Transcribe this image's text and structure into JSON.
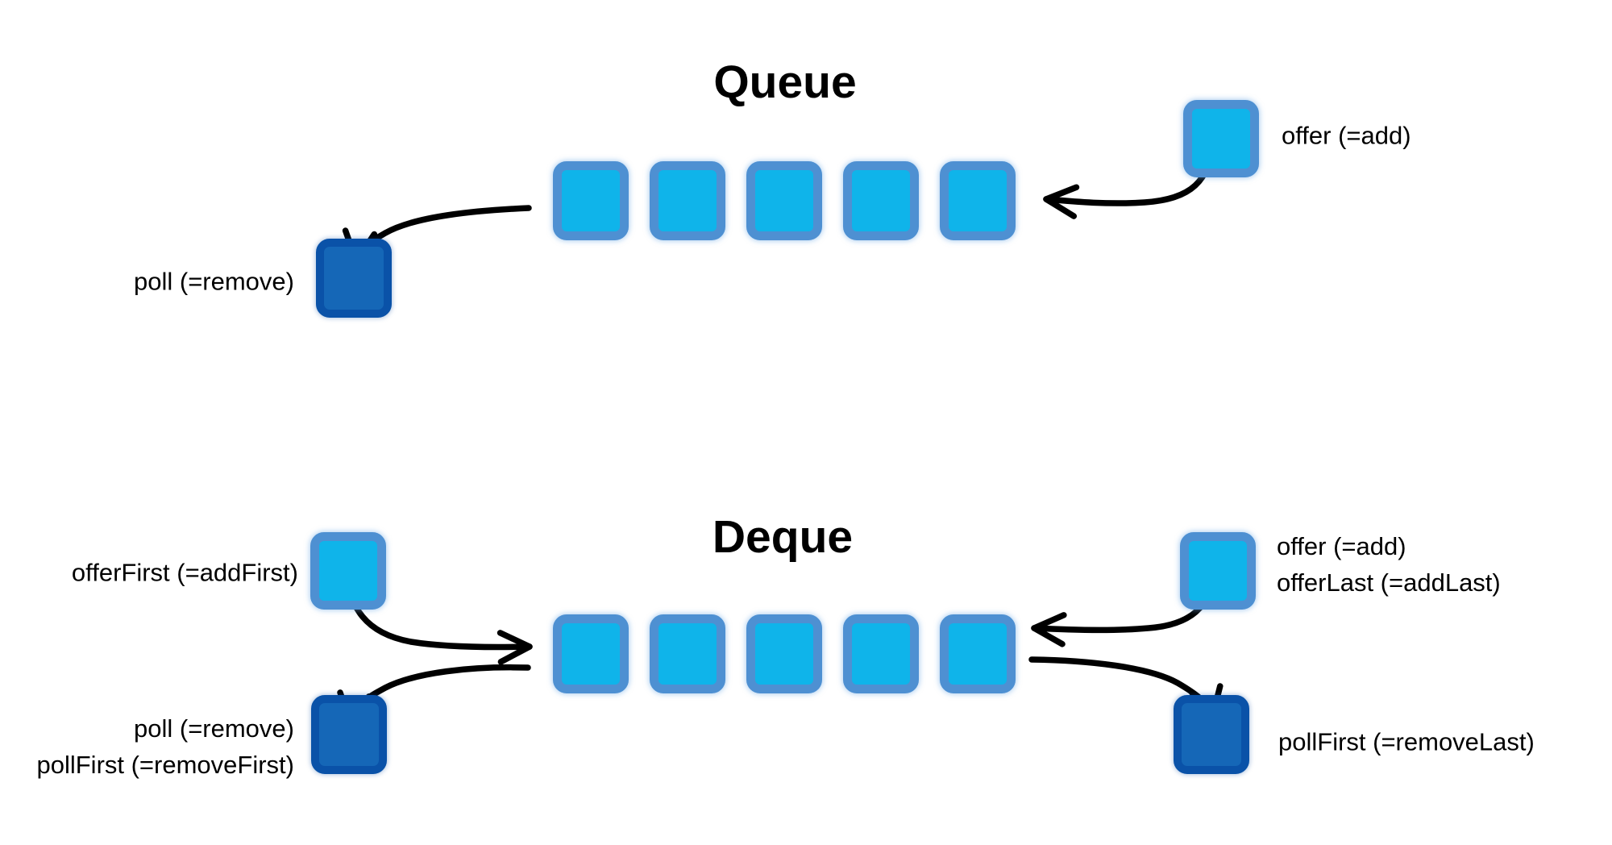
{
  "colors": {
    "background": "#ffffff",
    "text": "#000000",
    "arrow": "#000000",
    "cell_fill": "#0fb4ea",
    "cell_border": "#4e90d2",
    "dark_cell_fill": "#1567b7",
    "dark_cell_border": "#0a52a8"
  },
  "queue": {
    "title": "Queue",
    "cell_count": 5,
    "offer_label": "offer (=add)",
    "poll_label": "poll (=remove)"
  },
  "deque": {
    "title": "Deque",
    "cell_count": 5,
    "offer_first_label": "offerFirst (=addFirst)",
    "offer_labels": [
      "offer (=add)",
      "offerLast (=addLast)"
    ],
    "poll_labels": [
      "poll (=remove)",
      "pollFirst (=removeFirst)"
    ],
    "poll_last_label": "pollFirst (=removeLast)"
  }
}
